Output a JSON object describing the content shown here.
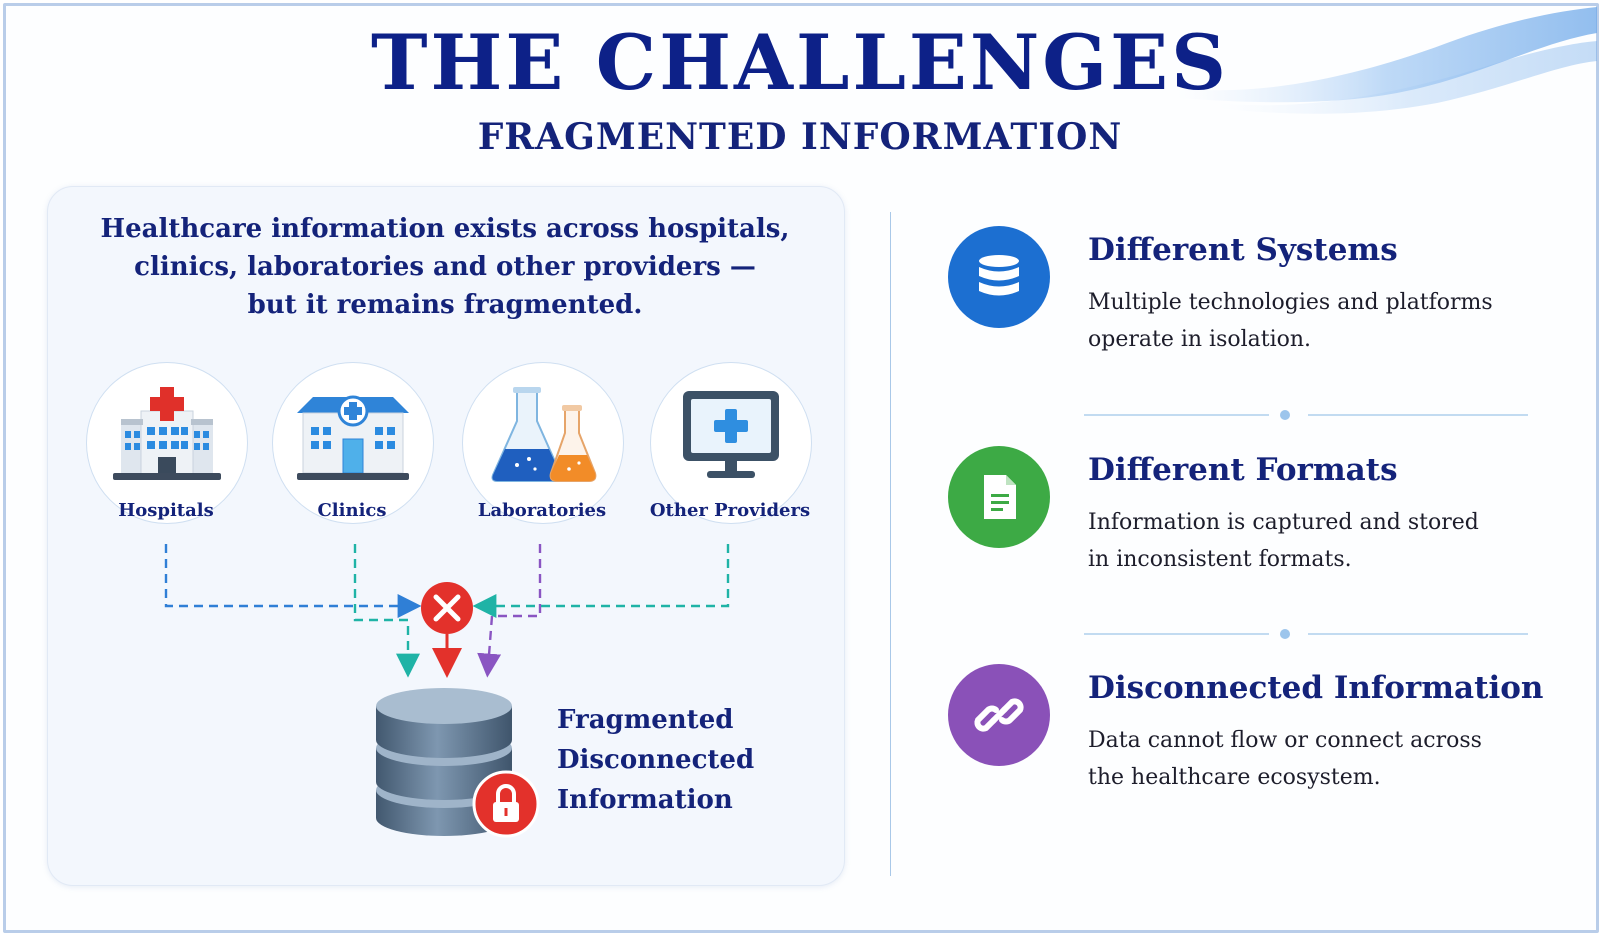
{
  "header": {
    "title": "THE CHALLENGES",
    "subtitle": "FRAGMENTED INFORMATION"
  },
  "left_panel": {
    "intro_lines": [
      "Healthcare information exists across hospitals,",
      "clinics, laboratories and other providers —",
      "but it remains fragmented."
    ],
    "sources": [
      {
        "label": "Hospitals",
        "icon": "hospital-building-icon"
      },
      {
        "label": "Clinics",
        "icon": "clinic-building-icon"
      },
      {
        "label": "Laboratories",
        "icon": "lab-flasks-icon"
      },
      {
        "label": "Other Providers",
        "icon": "monitor-medical-icon"
      }
    ],
    "block_icon": "red-x-icon",
    "database_icon": "database-lock-icon",
    "result_lines": [
      "Fragmented",
      "Disconnected",
      "Information"
    ],
    "flow_colors": [
      "#2f7fd6",
      "#1fb3a6",
      "#8a55c2",
      "#1fb3a6"
    ],
    "block_color": "#e3312b"
  },
  "challenges": [
    {
      "title": "Different Systems",
      "lines": [
        "Multiple technologies and platforms",
        "operate in isolation."
      ],
      "icon": "database-icon",
      "color": "#1c6fd1"
    },
    {
      "title": "Different Formats",
      "lines": [
        "Information is captured and stored",
        "in inconsistent formats."
      ],
      "icon": "document-icon",
      "color": "#3daa45"
    },
    {
      "title": "Disconnected Information",
      "lines": [
        "Data cannot flow or connect across",
        "the healthcare ecosystem."
      ],
      "icon": "chain-link-icon",
      "color": "#8a51b8"
    }
  ]
}
